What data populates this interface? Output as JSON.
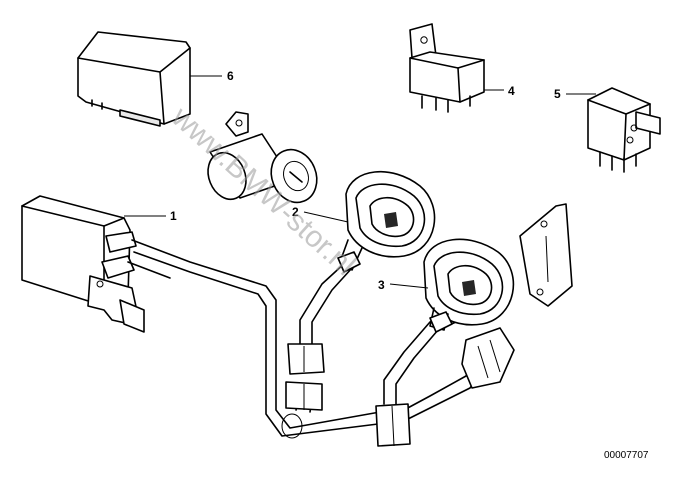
{
  "watermark": "www.BMW-stor.nl",
  "callouts": [
    "1",
    "2",
    "3",
    "4",
    "5",
    "6"
  ],
  "document_number": "00007707"
}
